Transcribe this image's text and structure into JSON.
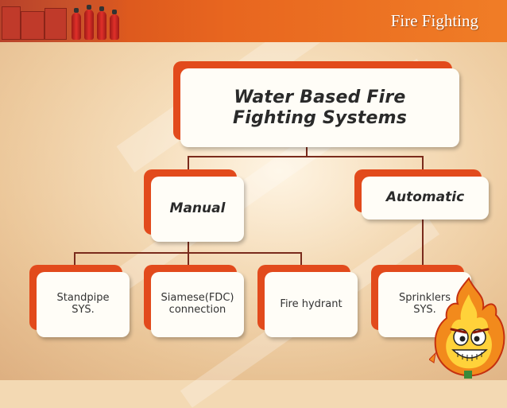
{
  "header": {
    "title": "Fire Fighting"
  },
  "diagram": {
    "root": {
      "label": "Water Based Fire\nFighting Systems"
    },
    "manual": {
      "label": "Manual"
    },
    "automatic": {
      "label": "Automatic"
    },
    "leaves": {
      "standpipe": "Standpipe\nSYS.",
      "siamese": "Siamese(FDC)\nconnection",
      "hydrant": "Fire hydrant",
      "sprinklers": "Sprinklers\nSYS."
    }
  },
  "colors": {
    "accent": "#e24a1c",
    "header": "#e8661f",
    "connector": "#7a2b1c"
  },
  "decorations": {
    "header_image": "fire-extinguishers-photo",
    "mascot": "flame-mascot"
  }
}
